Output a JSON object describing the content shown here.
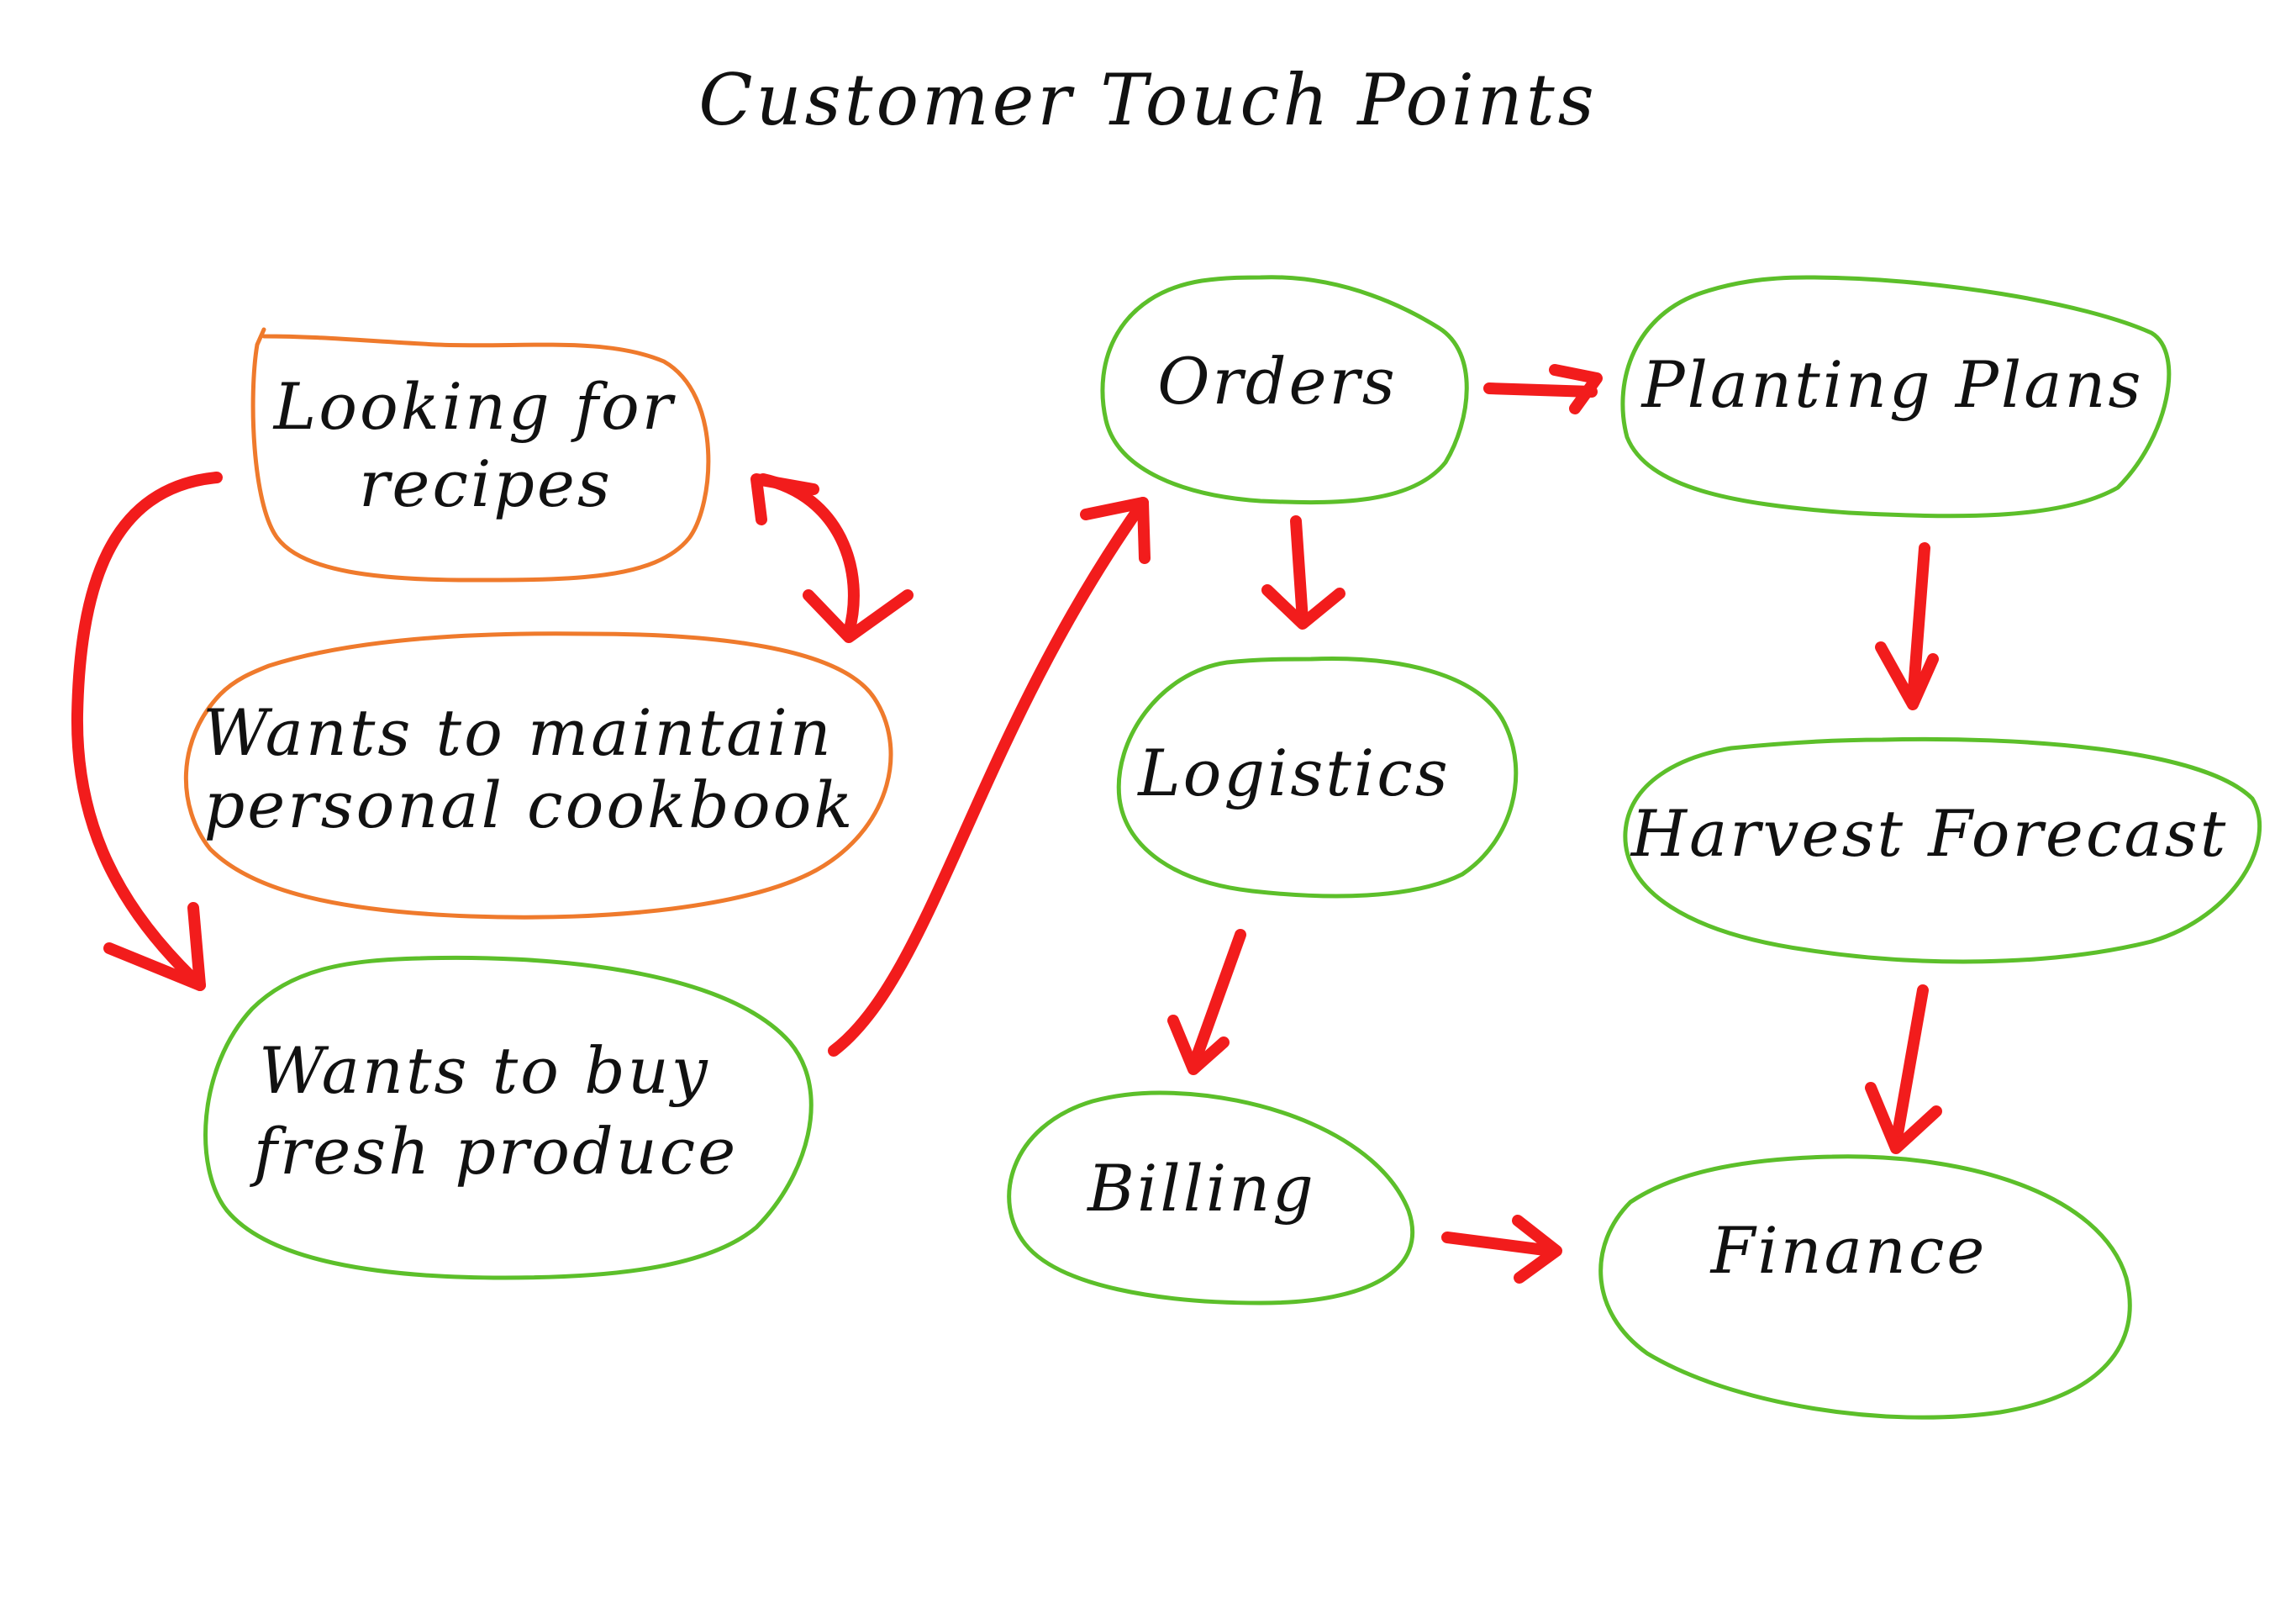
{
  "title": "Customer Touch Points",
  "colors": {
    "need": "#ef7a2c",
    "system": "#5cbf2a",
    "arrow": "#f21c1c",
    "ink": "#111111"
  },
  "nodes": {
    "looking_for_recipes": {
      "lines": [
        "Looking for",
        "recipes"
      ],
      "kind": "need"
    },
    "maintain_cookbook": {
      "lines": [
        "Wants to maintain",
        "personal cookbook"
      ],
      "kind": "need"
    },
    "buy_fresh_produce": {
      "lines": [
        "Wants to buy",
        "fresh produce"
      ],
      "kind": "system"
    },
    "orders": {
      "lines": [
        "Orders"
      ],
      "kind": "system"
    },
    "logistics": {
      "lines": [
        "Logistics"
      ],
      "kind": "system"
    },
    "billing": {
      "lines": [
        "Billing"
      ],
      "kind": "system"
    },
    "planting_plans": {
      "lines": [
        "Planting Plans"
      ],
      "kind": "system"
    },
    "harvest_forecast": {
      "lines": [
        "Harvest Forecast"
      ],
      "kind": "system"
    },
    "finance": {
      "lines": [
        "Finance"
      ],
      "kind": "system"
    }
  },
  "edges": [
    {
      "from": "looking_for_recipes",
      "to": "buy_fresh_produce"
    },
    {
      "from": "looking_for_recipes",
      "to": "maintain_cookbook",
      "bidirectional": true
    },
    {
      "from": "buy_fresh_produce",
      "to": "orders"
    },
    {
      "from": "orders",
      "to": "planting_plans"
    },
    {
      "from": "orders",
      "to": "logistics"
    },
    {
      "from": "logistics",
      "to": "billing"
    },
    {
      "from": "planting_plans",
      "to": "harvest_forecast"
    },
    {
      "from": "harvest_forecast",
      "to": "finance"
    },
    {
      "from": "billing",
      "to": "finance"
    }
  ]
}
